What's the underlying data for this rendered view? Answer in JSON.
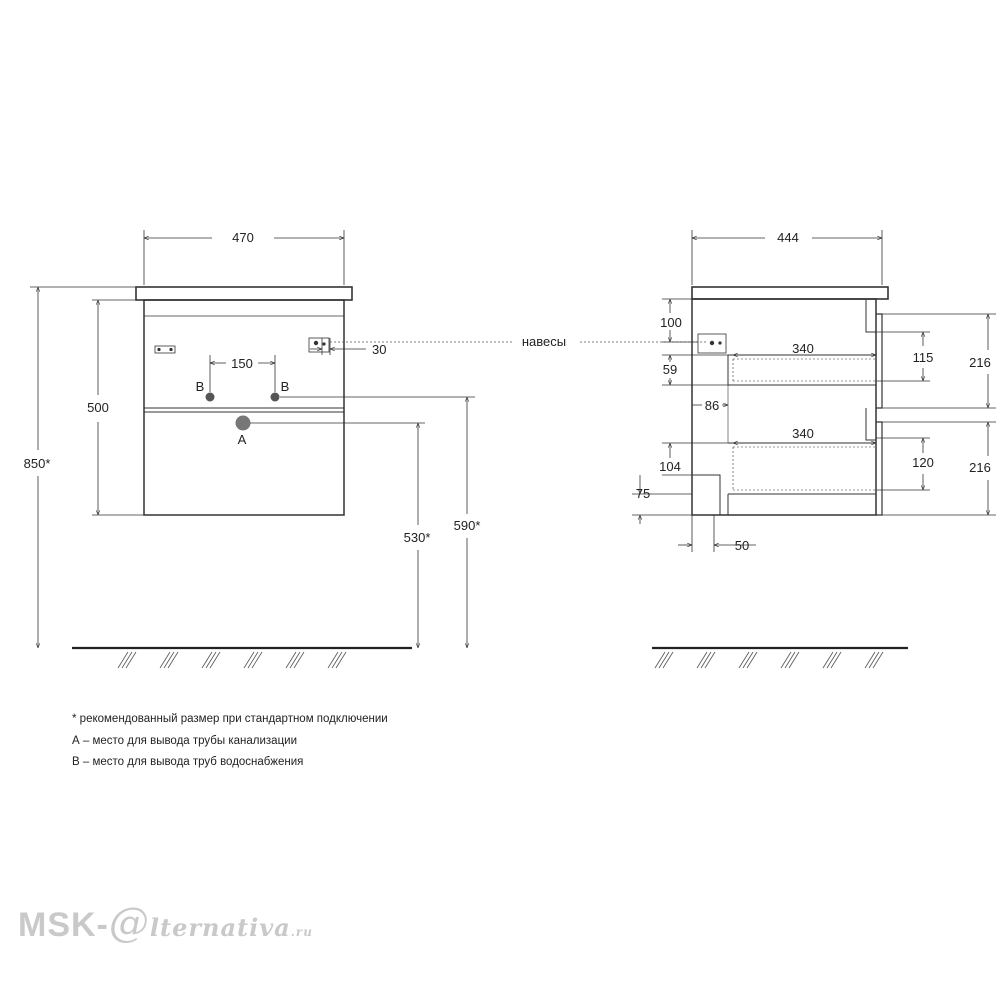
{
  "front_view": {
    "width": "470",
    "body_height": "500",
    "total_height": "850*",
    "hanger_offset": "30",
    "pipe_spacing": "150",
    "label_b_left": "B",
    "label_b_right": "B",
    "label_a": "A",
    "drain_height": "530*",
    "water_height": "590*"
  },
  "hangers_label": "навесы",
  "side_view": {
    "depth": "444",
    "top_offset": "100",
    "drawer1_depth": "340",
    "drawer2_depth": "340",
    "dim_59": "59",
    "dim_86": "86",
    "dim_104": "104",
    "dim_75": "75",
    "dim_50": "50",
    "dim_115": "115",
    "dim_120": "120",
    "facade1_height": "216",
    "facade2_height": "216"
  },
  "notes": [
    "* рекомендованный размер при стандартном подключении",
    "А – место для вывода трубы канализации",
    "В – место для вывода труб водоснабжения"
  ],
  "watermark": {
    "left": "MSK-",
    "at": "@",
    "right": "lternativa",
    "domain": ".ru"
  }
}
